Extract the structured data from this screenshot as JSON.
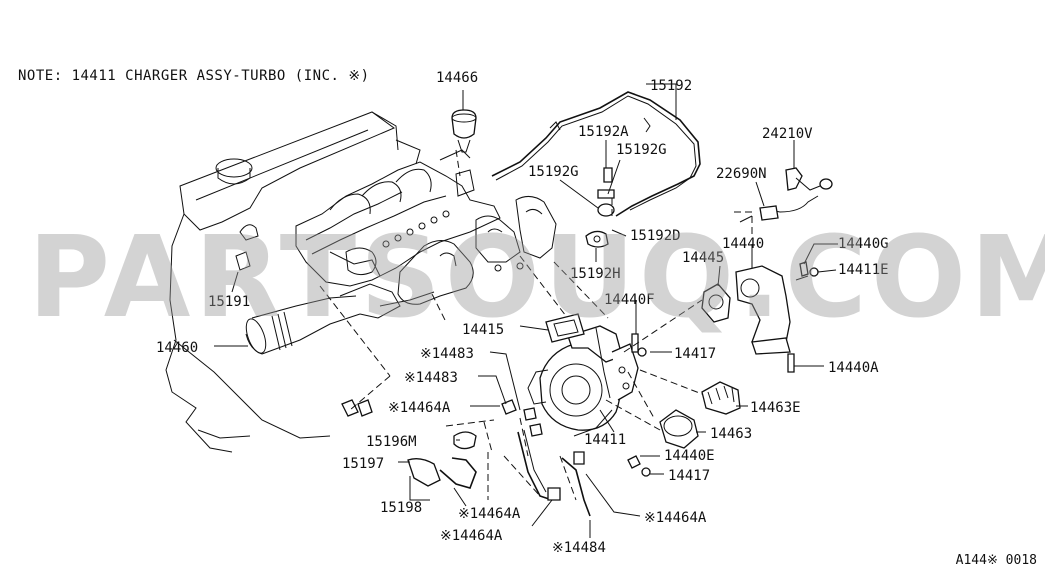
{
  "note": "NOTE: 14411 CHARGER ASSY-TURBO (INC. ※)",
  "diagram_code": "A144※ 0018",
  "watermark": "PARTSOUQ.COM",
  "callouts": [
    {
      "id": "c-14466",
      "text": "14466"
    },
    {
      "id": "c-15192",
      "text": "15192"
    },
    {
      "id": "c-15192A",
      "text": "15192A"
    },
    {
      "id": "c-15192G-a",
      "text": "15192G"
    },
    {
      "id": "c-15192G-b",
      "text": "15192G"
    },
    {
      "id": "c-15192D",
      "text": "15192D"
    },
    {
      "id": "c-15192H",
      "text": "15192H"
    },
    {
      "id": "c-24210V",
      "text": "24210V"
    },
    {
      "id": "c-22690N",
      "text": "22690N"
    },
    {
      "id": "c-14440",
      "text": "14440"
    },
    {
      "id": "c-14440G",
      "text": "14440G"
    },
    {
      "id": "c-14445",
      "text": "14445"
    },
    {
      "id": "c-14411E",
      "text": "14411E"
    },
    {
      "id": "c-15191",
      "text": "15191"
    },
    {
      "id": "c-14440F",
      "text": "14440F"
    },
    {
      "id": "c-14415",
      "text": "14415"
    },
    {
      "id": "c-14460",
      "text": "14460"
    },
    {
      "id": "c-14417-a",
      "text": "14417"
    },
    {
      "id": "c-14440A",
      "text": "14440A"
    },
    {
      "id": "c-14483-a",
      "text": "※14483"
    },
    {
      "id": "c-14483-b",
      "text": "※14483"
    },
    {
      "id": "c-14464A-a",
      "text": "※14464A"
    },
    {
      "id": "c-14463E",
      "text": "14463E"
    },
    {
      "id": "c-15196M",
      "text": "15196M"
    },
    {
      "id": "c-14411",
      "text": "14411"
    },
    {
      "id": "c-14463",
      "text": "14463"
    },
    {
      "id": "c-15197",
      "text": "15197"
    },
    {
      "id": "c-14440E",
      "text": "14440E"
    },
    {
      "id": "c-14417-b",
      "text": "14417"
    },
    {
      "id": "c-15198",
      "text": "15198"
    },
    {
      "id": "c-14464A-b",
      "text": "※14464A"
    },
    {
      "id": "c-14464A-c",
      "text": "※14464A"
    },
    {
      "id": "c-14464A-d",
      "text": "※14464A"
    },
    {
      "id": "c-14484",
      "text": "※14484"
    }
  ]
}
